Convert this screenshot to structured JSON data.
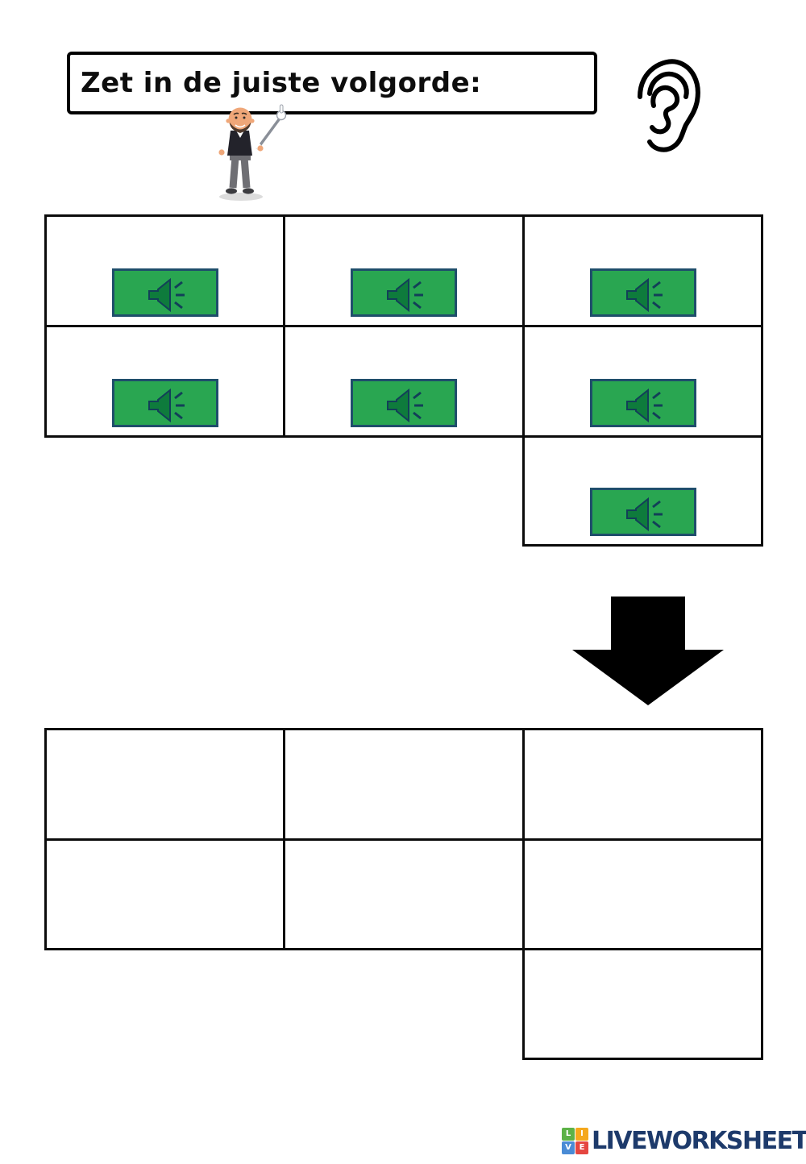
{
  "title": {
    "text": "Zet in de juiste volgorde:"
  },
  "header": {
    "ear_icon": "ear-icon",
    "teacher_illustration": "teacher-with-pointer-illustration"
  },
  "audio_button": {
    "label": "Play audio",
    "icon": "speaker-icon",
    "fill": "#29A651",
    "border": "#1F4E6B",
    "speaker_fill": "#0E7B3C",
    "speaker_outline": "#123F58"
  },
  "source_table": {
    "columns": 3,
    "rows": 3,
    "audio_cells": [
      "r1c1",
      "r1c2",
      "r1c3",
      "r2c1",
      "r2c2",
      "r2c3",
      "r3c3"
    ]
  },
  "arrow": {
    "icon": "down-arrow-icon",
    "color": "#000000"
  },
  "answer_table": {
    "columns": 3,
    "rows": 3,
    "cells": [
      "r1c1",
      "r1c2",
      "r1c3",
      "r2c1",
      "r2c2",
      "r2c3",
      "r3c3"
    ]
  },
  "footer": {
    "brand": "LIVEWORKSHEETS",
    "brand_color": "#1D3A6B",
    "grid": [
      {
        "letter": "L",
        "color": "#5CB247"
      },
      {
        "letter": "I",
        "color": "#F5A81C"
      },
      {
        "letter": "V",
        "color": "#4A8BD5"
      },
      {
        "letter": "E",
        "color": "#E54640"
      }
    ]
  }
}
